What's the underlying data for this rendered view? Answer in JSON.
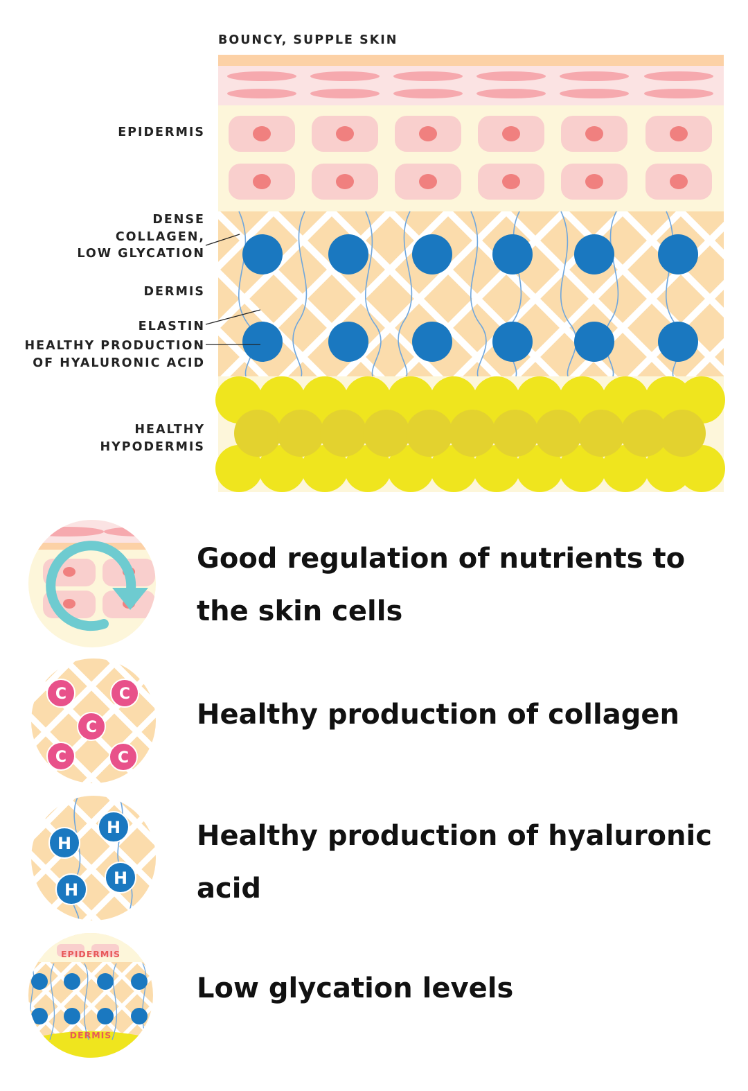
{
  "diagram": {
    "title": "BOUNCY, SUPPLE SKIN",
    "labels": {
      "epidermis": "EPIDERMIS",
      "dense_collagen": [
        "DENSE",
        "COLLAGEN,",
        "LOW GLYCATION"
      ],
      "dermis": "DERMIS",
      "elastin": "ELASTIN",
      "hyaluronic": [
        "HEALTHY PRODUCTION",
        "OF HYALURONIC ACID"
      ],
      "hypodermis": [
        "HEALTHY",
        "HYPODERMIS"
      ]
    }
  },
  "benefits": [
    {
      "icon": "nutrient-cycle-icon",
      "text": "Good regulation of nutrients to the skin cells"
    },
    {
      "icon": "collagen-icon",
      "letter": "C",
      "text": "Healthy production of collagen"
    },
    {
      "icon": "hyaluronic-icon",
      "letter": "H",
      "text": "Healthy production of hyaluronic acid"
    },
    {
      "icon": "glycation-icon",
      "epidermis_label": "EPIDERMIS",
      "dermis_label": "DERMIS",
      "text": "Low glycation levels"
    }
  ],
  "colors": {
    "top_band": "#fcd1a6",
    "flat_cell_band": "#fbe3e3",
    "flat_cell": "#f6a9ae",
    "epidermis_bg": "#fdf6da",
    "cell": "#f9cfcd",
    "nucleus": "#f0807f",
    "dermis_bg": "#fbdcac",
    "lattice": "#ffffff",
    "hyaluronic": "#1a78c0",
    "elastin": "#6fa6dc",
    "fat": "#efe51e",
    "fat_dark": "#e3d22f",
    "arrow": "#6ecbd0",
    "collagen": "#e8518a",
    "glycation_label": "#e85a5a"
  }
}
